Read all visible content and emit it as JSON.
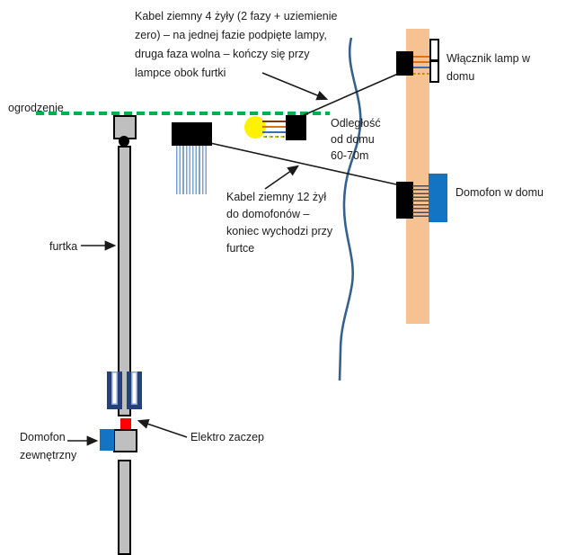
{
  "labels": {
    "kabel4": "Kabel ziemny 4 żyły (2 fazy + uziemienie\nzero) – na jednej fazie podpięte lampy,\ndruga faza wolna – kończy się przy\nlampce obok furtki",
    "ogrodzenie": "ogrodzenie",
    "wlacznik": "Włącznik lamp w\ndomu",
    "odleglosc": "Odległość\nod domu\n60-70m",
    "kabel12": "Kabel ziemny 12 żył\ndo domofonów –\nkoniec wychodzi przy\nfurtce",
    "furtka": "furtka",
    "domofon_w_domu": "Domofon w domu",
    "domofon_zewnetrzny": "Domofon\nzewnętrzny",
    "elektro_zaczep": "Elektro zaczep"
  },
  "colors": {
    "fence_green": "#00b050",
    "lamp_yellow": "#fff200",
    "intercom_blue": "#1474c4",
    "strike_red": "#ff0000",
    "wall_orange": "#f6c292",
    "post_gray": "#bfbfbf",
    "bracket_navy": "#24407e",
    "cable_strand_blue": "#7aa3cf",
    "squiggle_blue": "#35618e",
    "line_black": "#1a1a1a"
  }
}
